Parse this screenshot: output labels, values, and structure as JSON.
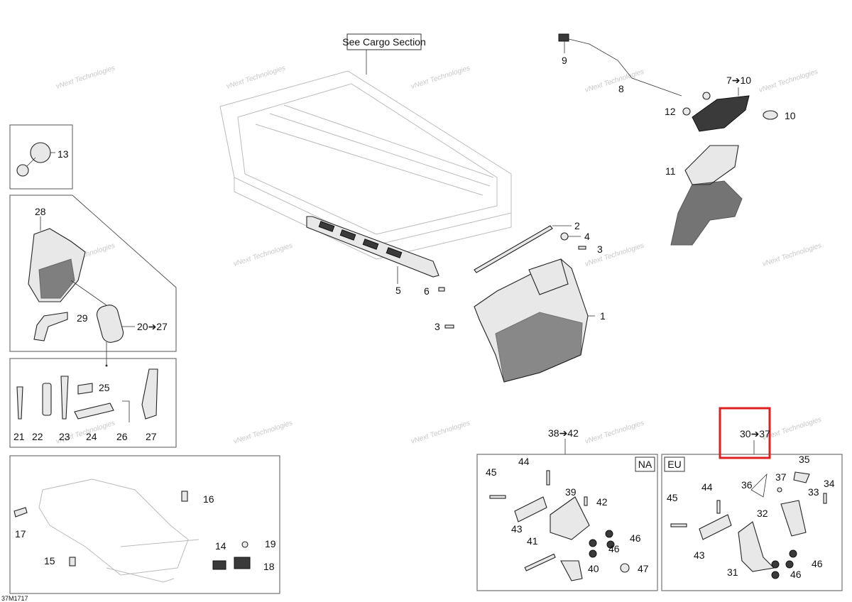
{
  "diagram": {
    "callout_cargo": "See Cargo Section",
    "watermark": "vNext Technologies",
    "figure_code": "37M1717",
    "region_labels": {
      "na": "NA",
      "eu": "EU"
    },
    "labels": {
      "n1": "1",
      "n2": "2",
      "n3a": "3",
      "n3b": "3",
      "n4": "4",
      "n5": "5",
      "n6": "6",
      "n7_10": "7➔10",
      "n8": "8",
      "n9": "9",
      "n10": "10",
      "n11": "11",
      "n12": "12",
      "n13": "13",
      "n14": "14",
      "n15": "15",
      "n16": "16",
      "n17": "17",
      "n18": "18",
      "n19": "19",
      "n20_27": "20➔27",
      "n21": "21",
      "n22": "22",
      "n23": "23",
      "n24": "24",
      "n25": "25",
      "n26": "26",
      "n27": "27",
      "n28": "28",
      "n29": "29",
      "n30_37": "30➔37",
      "n31": "31",
      "n32": "32",
      "n33": "33",
      "n34": "34",
      "n35": "35",
      "n36": "36",
      "n37": "37",
      "n38_42": "38➔42",
      "n39": "39",
      "n40": "40",
      "n41": "41",
      "n42": "42",
      "n43a": "43",
      "n43b": "43",
      "n44a": "44",
      "n44b": "44",
      "n45a": "45",
      "n45b": "45",
      "n46a": "46",
      "n46b": "46",
      "n46c": "46",
      "n46d": "46",
      "n47": "47"
    },
    "highlight_color": "#e02020"
  }
}
